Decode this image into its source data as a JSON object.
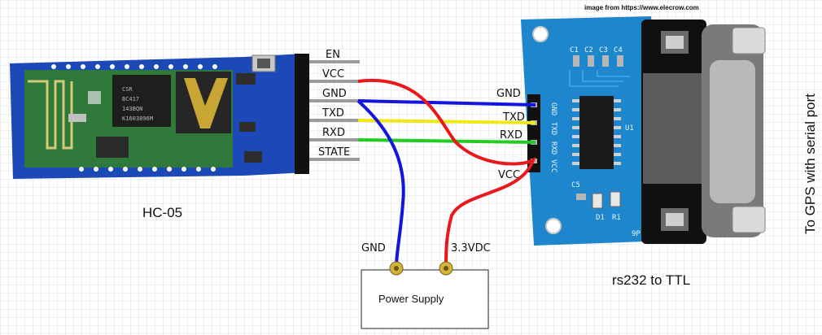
{
  "source_note": "image from https://www.elecrow.com",
  "hc05": {
    "name": "HC-05",
    "chip_text": [
      "CSR",
      "BC417",
      "143BQN",
      "K1603896M"
    ],
    "pins": [
      "EN",
      "VCC",
      "GND",
      "TXD",
      "RXD",
      "STATE"
    ]
  },
  "rs232": {
    "name": "rs232 to TTL",
    "pins": [
      "GND",
      "TXD",
      "RXD",
      "VCC"
    ],
    "silk_pins": [
      "GND",
      "TXD",
      "RXD",
      "VCC"
    ],
    "silk_parts": [
      "C1",
      "C2",
      "C3",
      "C4",
      "C5",
      "U1",
      "D1",
      "R1",
      "9P"
    ],
    "side_label": "To GPS with serial port"
  },
  "power_supply": {
    "name": "Power Supply",
    "terminals": [
      "GND",
      "3.3VDC"
    ]
  },
  "colors": {
    "wire_vcc": "#e8181b",
    "wire_gnd": "#1414e0",
    "wire_txd": "#f0e814",
    "wire_rxd": "#22cc22",
    "hc05_board": "#1d49b8",
    "rs232_board": "#1d86cc"
  }
}
